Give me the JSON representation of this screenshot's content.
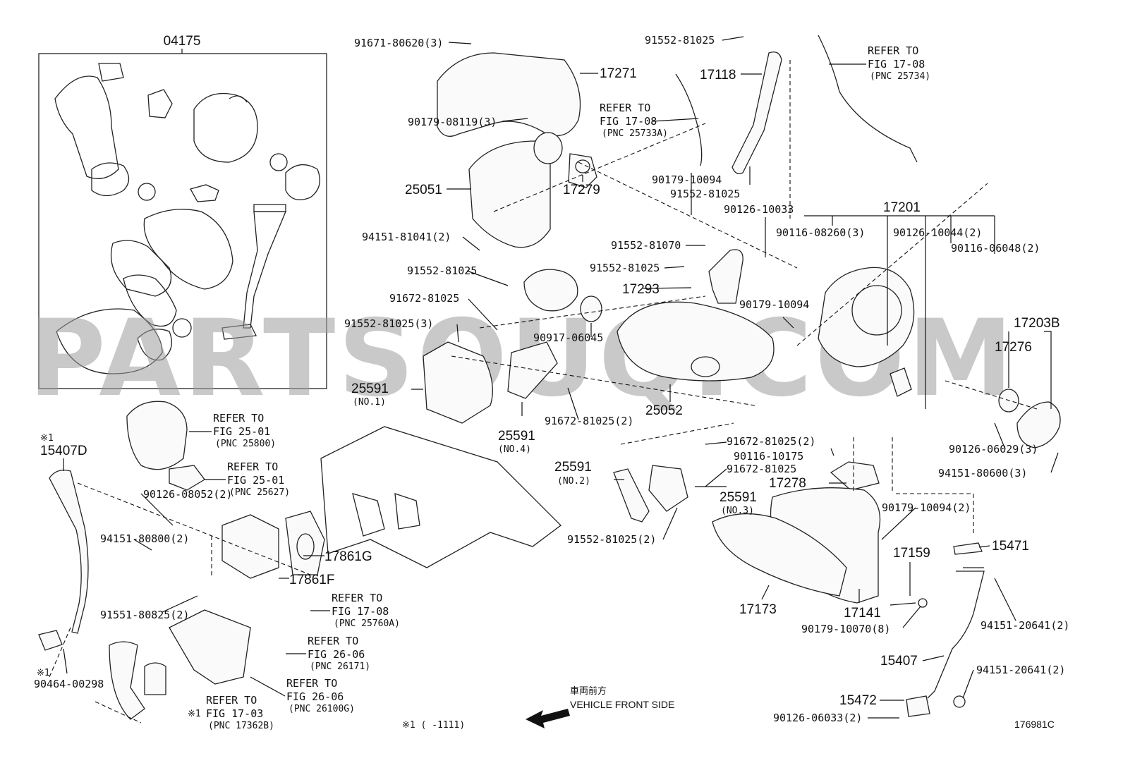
{
  "watermark": "PARTSOUQ.COM",
  "diagram_id": "176981C",
  "kit": {
    "number": "04175"
  },
  "direction": {
    "jp": "車両前方",
    "en": "VEHICLE FRONT SIDE"
  },
  "footnote": "※1 (     -1111)",
  "note_mark": "※1",
  "refs": {
    "r_25733A": {
      "l1": "REFER TO",
      "l2": "FIG 17-08",
      "l3": "(PNC 25733A)"
    },
    "r_25734": {
      "l1": "REFER TO",
      "l2": "FIG 17-08",
      "l3": "(PNC 25734)"
    },
    "r_25800": {
      "l1": "REFER TO",
      "l2": "FIG 25-01",
      "l3": "(PNC 25800)"
    },
    "r_25627": {
      "l1": "REFER TO",
      "l2": "FIG 25-01",
      "l3": "(PNC 25627)"
    },
    "r_25760A": {
      "l1": "REFER TO",
      "l2": "FIG 17-08",
      "l3": "(PNC 25760A)"
    },
    "r_26171": {
      "l1": "REFER TO",
      "l2": "FIG 26-06",
      "l3": "(PNC 26171)"
    },
    "r_26100G": {
      "l1": "REFER TO",
      "l2": "FIG 26-06",
      "l3": "(PNC 26100G)"
    },
    "r_17362B": {
      "l1": "REFER TO",
      "l2": "FIG 17-03",
      "l3": "(PNC 17362B)"
    }
  },
  "callouts": {
    "c1": "91671-80620(3)",
    "c2": "17271",
    "c3": "90179-08119(3)",
    "c4": "25051",
    "c5": "17279",
    "c6": "94151-81041(2)",
    "c7": "91552-81025",
    "c8": "91672-81025",
    "c9": "91552-81025(3)",
    "c10": "90917-06045",
    "c11": "25591",
    "c11n": "(NO.1)",
    "c12": "25591",
    "c12n": "(NO.4)",
    "c13": "91672-81025(2)",
    "c14": "25052",
    "c15": "91552-81025",
    "c16": "17118",
    "c17": "90179-10094",
    "c18": "91552-81025",
    "c19": "90126-10033",
    "c20": "91552-81070",
    "c21": "91552-81025",
    "c22": "17293",
    "c23": "90179-10094",
    "c24": "17201",
    "c25": "90116-08260(3)",
    "c26": "90126-10044(2)",
    "c27": "90116-06048(2)",
    "c28": "17203B",
    "c29": "17276",
    "c30": "90126-06029(3)",
    "c31": "94151-80600(3)",
    "c32": "91672-81025(2)",
    "c33": "90116-10175",
    "c34": "91672-81025",
    "c35": "17278",
    "c36": "25591",
    "c36n": "(NO.2)",
    "c37": "25591",
    "c37n": "(NO.3)",
    "c38": "91552-81025(2)",
    "c39": "90179-10094(2)",
    "c40": "15471",
    "c41": "17159",
    "c42": "17173",
    "c43": "17141",
    "c44": "90179-10070(8)",
    "c45": "94151-20641(2)",
    "c46": "15407",
    "c47": "94151-20641(2)",
    "c48": "15472",
    "c49": "90126-06033(2)",
    "c50": "15407D",
    "c51": "90126-08052(2)",
    "c52": "94151-80800(2)",
    "c53": "17861G",
    "c54": "17861F",
    "c55": "91551-80825(2)",
    "c56": "90464-00298"
  }
}
